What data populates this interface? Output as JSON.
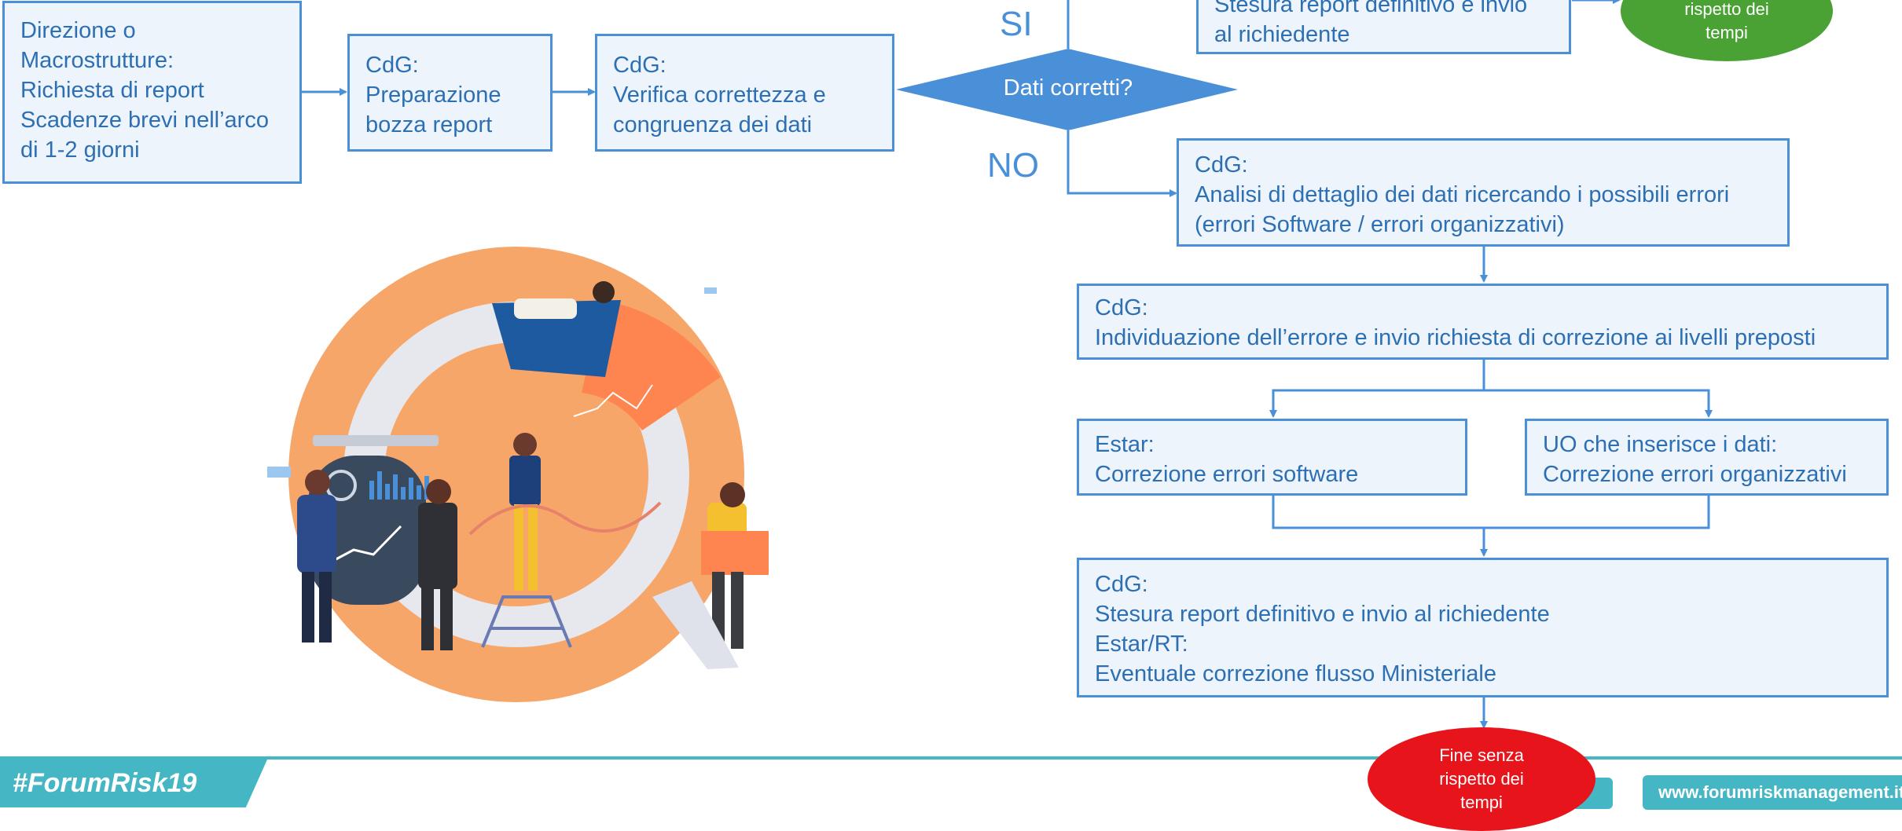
{
  "flowchart": {
    "start_box": [
      "Direzione o",
      "Macrostrutture:",
      "Richiesta di report",
      "Scadenze brevi nell’arco",
      "di 1-2 giorni"
    ],
    "draft_box": [
      "CdG:",
      "Preparazione",
      "bozza report"
    ],
    "verify_box": [
      "CdG:",
      "Verifica correttezza e",
      "congruenza dei dati"
    ],
    "decision": "Dati corretti?",
    "yes_label": "SI",
    "no_label": "NO",
    "top_box": [
      "Stesura report definitivo e invio",
      "al richiedente"
    ],
    "top_ellipse": [
      "rispetto dei",
      "tempi"
    ],
    "analysis_box": [
      "CdG:",
      "Analisi di dettaglio dei dati ricercando i possibili errori",
      "(errori Software / errori organizzativi)"
    ],
    "identify_box": [
      "CdG:",
      "Individuazione dell’errore e invio richiesta di correzione ai livelli preposti"
    ],
    "estar_box": [
      "Estar:",
      "Correzione errori software"
    ],
    "uo_box": [
      "UO che inserisce i dati:",
      "Correzione errori organizzativi"
    ],
    "final_box": [
      "CdG:",
      "Stesura report definitivo e invio al richiedente",
      "Estar/RT:",
      "Eventuale correzione flusso Ministeriale"
    ],
    "end_ellipse": [
      "Fine senza",
      "rispetto dei",
      "tempi"
    ]
  },
  "footer": {
    "hashtag": "#ForumRisk19",
    "website": "www.forumriskmanagement.it"
  },
  "colors": {
    "accent": "#4a90d9",
    "box_fill": "#eef4fc",
    "teal": "#45b6c4",
    "end_red": "#e8141c",
    "ok_green": "#4aa234",
    "illustration_orange": "#f7a66a"
  },
  "icons": [
    "team-analytics-illustration"
  ]
}
